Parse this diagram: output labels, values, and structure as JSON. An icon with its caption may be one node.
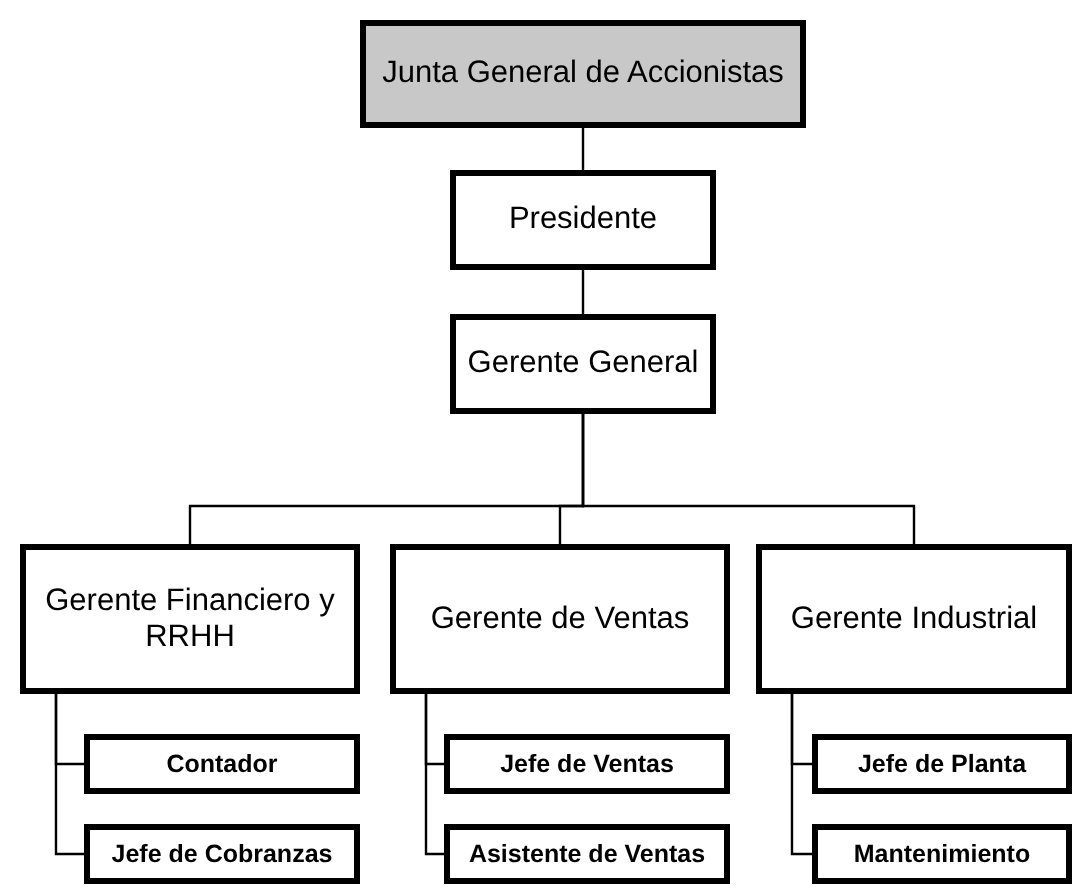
{
  "diagram": {
    "nodes": [
      {
        "text": [
          "Junta General de Accionistas"
        ]
      },
      {
        "text": [
          "Presidente"
        ]
      },
      {
        "text": [
          "Gerente General"
        ]
      },
      {
        "text": [
          "Gerente Financiero y RRHH"
        ]
      },
      {
        "text": [
          "Gerente de Ventas"
        ]
      },
      {
        "text": [
          "Gerente Industrial"
        ]
      },
      {
        "text": [
          "Contador"
        ]
      },
      {
        "text": [
          "Jefe de Cobranzas"
        ]
      },
      {
        "text": [
          "Jefe de Ventas"
        ]
      },
      {
        "text": [
          "Asistente de Ventas"
        ]
      },
      {
        "text": [
          "Jefe de Planta"
        ]
      },
      {
        "text": [
          "Mantenimiento"
        ]
      }
    ],
    "edges": [
      {
        "from": 0,
        "to": 1,
        "arrow": "none"
      },
      {
        "from": 1,
        "to": 2,
        "arrow": "none"
      },
      {
        "from": 2,
        "to": 3,
        "arrow": "none"
      },
      {
        "from": 2,
        "to": 4,
        "arrow": "none"
      },
      {
        "from": 2,
        "to": 5,
        "arrow": "none"
      },
      {
        "from": 3,
        "to": 6,
        "arrow": "none"
      },
      {
        "from": 3,
        "to": 7,
        "arrow": "none"
      },
      {
        "from": 4,
        "to": 8,
        "arrow": "none"
      },
      {
        "from": 4,
        "to": 9,
        "arrow": "none"
      },
      {
        "from": 5,
        "to": 10,
        "arrow": "none"
      },
      {
        "from": 5,
        "to": 11,
        "arrow": "none"
      }
    ]
  }
}
